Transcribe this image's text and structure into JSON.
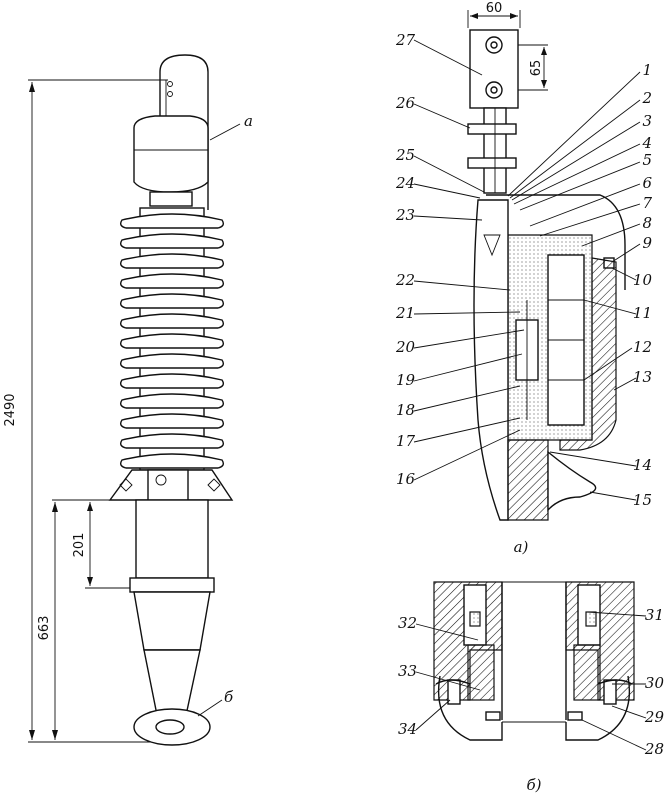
{
  "dimensions": {
    "total_height": "2490",
    "lower_height": "663",
    "lower_segment": "201",
    "terminal_width": "60",
    "terminal_hole_spacing": "65"
  },
  "view_labels": {
    "overall_top": "а",
    "overall_bottom": "б",
    "detail_a": "а)",
    "detail_b": "б)"
  },
  "callouts_left_a": [
    "27",
    "26",
    "25",
    "24",
    "23",
    "22",
    "21",
    "20",
    "19",
    "18",
    "17",
    "16"
  ],
  "callouts_right_a": [
    "1",
    "2",
    "3",
    "4",
    "5",
    "6",
    "7",
    "8",
    "9",
    "10",
    "11",
    "12",
    "13",
    "14",
    "15"
  ],
  "callouts_left_b": [
    "32",
    "33",
    "34"
  ],
  "callouts_right_b": [
    "31",
    "30",
    "29",
    "28"
  ]
}
